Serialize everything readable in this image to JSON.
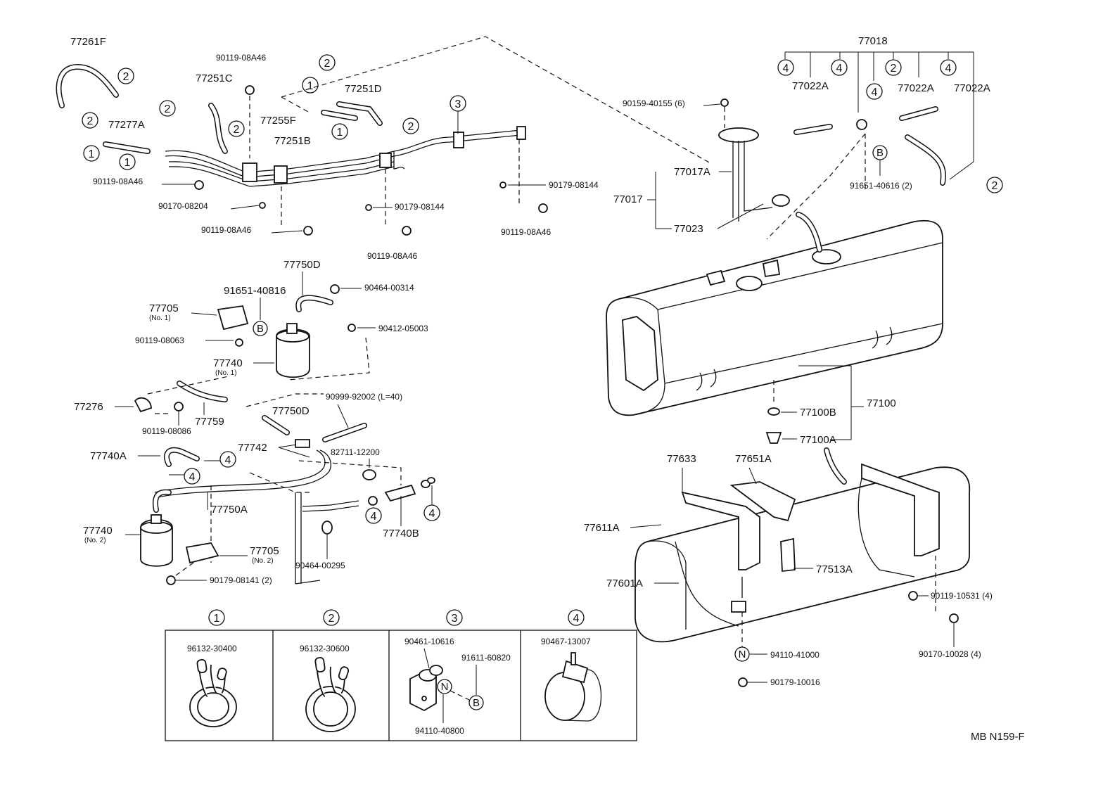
{
  "drawing_code": "MB  N159-F",
  "labels": {
    "p77261F": "77261F",
    "p90119_08A46_top": "90119-08A46",
    "p77251C": "77251C",
    "p77251D": "77251D",
    "p77255F": "77255F",
    "p77277A": "77277A",
    "p77251B": "77251B",
    "p90119_08A46_a": "90119-08A46",
    "p90170_08204": "90170-08204",
    "p90119_08A46_b": "90119-08A46",
    "p90179_08144_a": "90179-08144",
    "p90119_08A46_c": "90119-08A46",
    "p90179_08144_b": "90179-08144",
    "p90119_08A46_d": "90119-08A46",
    "p90159_40155": "90159-40155 (6)",
    "p77017A": "77017A",
    "p77017": "77017",
    "p77023": "77023",
    "p77018": "77018",
    "p77022A_1": "77022A",
    "p77022A_2": "77022A",
    "p77022A_3": "77022A",
    "p91651_40616": "91651-40616 (2)",
    "p77750D_top": "77750D",
    "p90464_00314": "90464-00314",
    "p91651_40816": "91651-40816",
    "p77705_1": "77705",
    "p77705_1_sub": "(No. 1)",
    "p90412_05003": "90412-05003",
    "p90119_08063": "90119-08063",
    "p77740_1": "77740",
    "p77740_1_sub": "(No. 1)",
    "p77276": "77276",
    "p77759": "77759",
    "p90119_08086": "90119-08086",
    "p90999_92002": "90999-92002 (L=40)",
    "p77750D_mid": "77750D",
    "p77742": "77742",
    "p82711_12200": "82711-12200",
    "p77740A": "77740A",
    "p77750A": "77750A",
    "p77740_2": "77740",
    "p77740_2_sub": "(No. 2)",
    "p77705_2": "77705",
    "p77705_2_sub": "(No. 2)",
    "p90464_00295": "90464-00295",
    "p77740B": "77740B",
    "p90179_08141": "90179-08141 (2)",
    "p77100": "77100",
    "p77100B": "77100B",
    "p77100A": "77100A",
    "p77633": "77633",
    "p77651A": "77651A",
    "p77611A": "77611A",
    "p77513A": "77513A",
    "p77601A": "77601A",
    "p90119_10531": "90119-10531 (4)",
    "p90170_10028": "90170-10028 (4)",
    "p94110_41000": "94110-41000",
    "p90179_10016": "90179-10016"
  },
  "callouts": {
    "one": "1",
    "two": "2",
    "three": "3",
    "four": "4",
    "B": "B",
    "N": "N"
  },
  "legend": [
    {
      "num": "1",
      "parts": [
        "96132-30400"
      ]
    },
    {
      "num": "2",
      "parts": [
        "96132-30600"
      ]
    },
    {
      "num": "3",
      "parts": [
        "90461-10616",
        "91611-60820",
        "94110-40800"
      ]
    },
    {
      "num": "4",
      "parts": [
        "90467-13007"
      ]
    }
  ]
}
